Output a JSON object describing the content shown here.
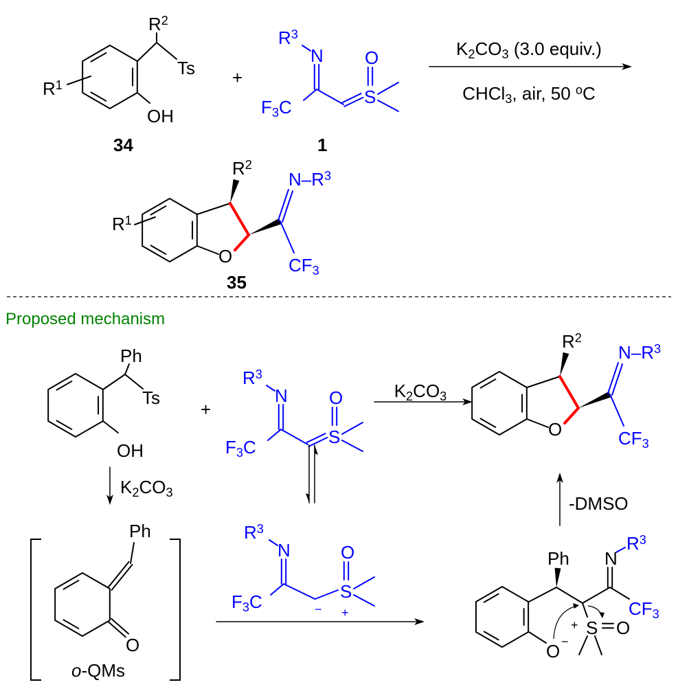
{
  "colors": {
    "reagent": "#0000ff",
    "new_bonds": "#ff0000",
    "heading": "#008000",
    "default": "#000000"
  },
  "top_scheme": {
    "compound_34": {
      "label": "34",
      "r1": "R1",
      "r2": "R2",
      "ts": "Ts",
      "oh": "OH"
    },
    "plus": "+",
    "compound_1": {
      "label": "1",
      "r3": "R3",
      "n": "N",
      "f3c": "F3C",
      "s": "S",
      "o": "O"
    },
    "conditions": {
      "reagent": "K2CO3 (3.0 equiv.)",
      "solvent": "CHCl3, air, 50 oC"
    },
    "compound_35": {
      "label": "35",
      "r1": "R1",
      "r2": "R2",
      "nr3": "N–R3",
      "o": "O",
      "cf3": "CF3"
    }
  },
  "mechanism": {
    "heading": "Proposed mechanism",
    "start": {
      "ph": "Ph",
      "ts": "Ts",
      "oh": "OH"
    },
    "plus": "+",
    "reagent": {
      "r3": "R3",
      "n": "N",
      "f3c": "F3C",
      "s": "S",
      "o": "O"
    },
    "arrow_to_product_label": "K2CO3",
    "product": {
      "r2": "R2",
      "nr3": "N–R3",
      "o": "O",
      "cf3": "CF3"
    },
    "arrow_down_label": "K2CO3",
    "oqm": {
      "ph": "Ph",
      "o": "O",
      "label_italic": "o",
      "label_rest": "-QMs"
    },
    "ylide": {
      "r3": "R3",
      "n": "N",
      "f3c": "F3C",
      "s": "S",
      "o": "O",
      "minus": "−",
      "plus": "+"
    },
    "arrow_up_label": "-DMSO",
    "zwitterion": {
      "ph": "Ph",
      "n": "N",
      "r3": "R3",
      "cf3": "CF3",
      "s_plus": "+",
      "s": "S",
      "o_eq": "O",
      "o_minus": "O",
      "minus": "−"
    }
  }
}
